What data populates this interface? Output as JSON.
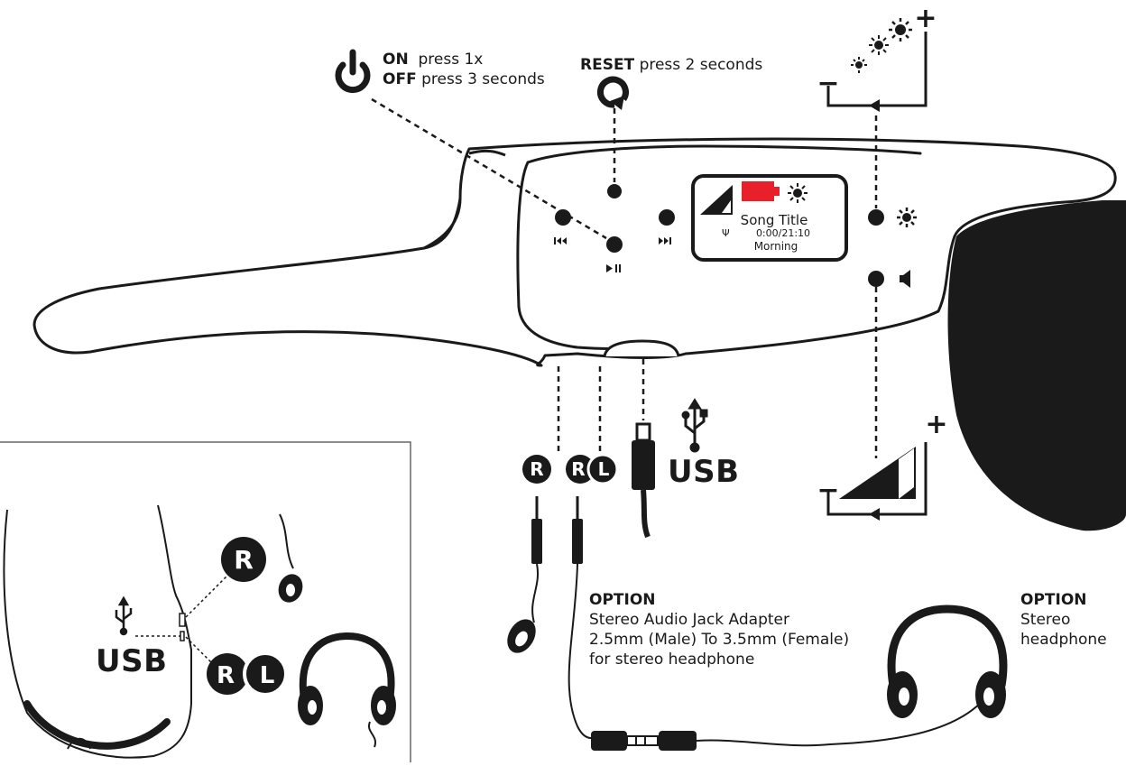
{
  "power": {
    "on_label": "ON",
    "on_action": "press 1x",
    "off_label": "OFF",
    "off_action": "press 3 seconds"
  },
  "reset": {
    "label": "RESET",
    "action": "press 2 seconds"
  },
  "display": {
    "song_title": "Song Title",
    "time": "0:00/21:10",
    "artist": "Morning",
    "battery_color": "#e8202a"
  },
  "connectors": {
    "right_badge": "R",
    "left_badge": "L",
    "usb_label": "USB"
  },
  "option_adapter": {
    "heading": "OPTION",
    "line1": "Stereo Audio Jack Adapter",
    "line2": "2.5mm (Male) To 3.5mm (Female)",
    "line3": "for stereo headphone"
  },
  "option_headphone": {
    "heading": "OPTION",
    "line1": "Stereo",
    "line2": "headphone"
  },
  "inset": {
    "usb_label": "USB",
    "right_badge": "R",
    "left_badge": "L"
  },
  "symbols": {
    "plus": "+",
    "minus": "−"
  },
  "icons": [
    "power-icon",
    "reset-icon",
    "previous-icon",
    "play-pause-icon",
    "next-icon",
    "brightness-icon",
    "volume-icon",
    "usb-icon",
    "battery-icon",
    "signal-icon",
    "earbud-icon",
    "headphone-icon",
    "audio-adapter-icon"
  ]
}
